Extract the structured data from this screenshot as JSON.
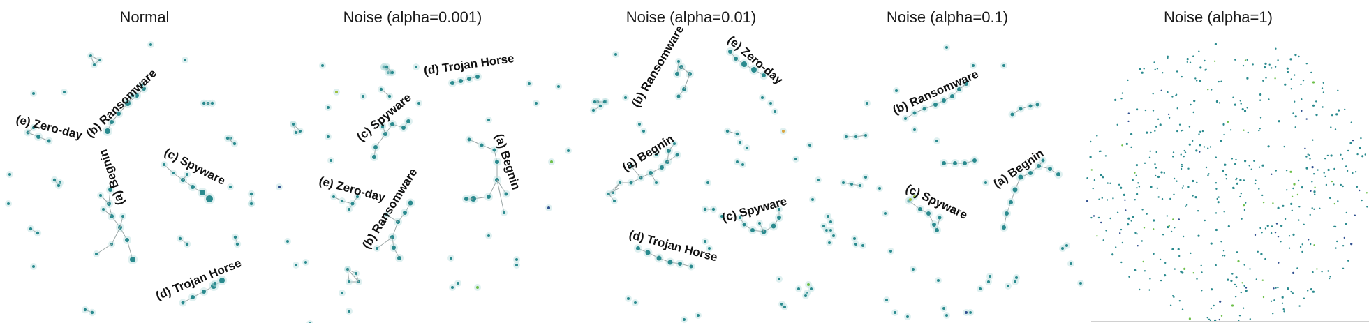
{
  "colors": {
    "node": "#2a8a8e",
    "node_dark": "#1f6f74",
    "node_blue": "#2f4f8f",
    "node_green": "#6dbf4a",
    "node_olive": "#9bbf3a",
    "node_orange": "#d9a441",
    "edge": "#9aa5a5",
    "background": "#ffffff"
  },
  "panels": [
    {
      "title": "Normal",
      "clusters": [
        {
          "label": "(e) Zero-day"
        },
        {
          "label": "(b) Ransomware"
        },
        {
          "label": "(c) Spyware"
        },
        {
          "label": "(a) Begnin"
        },
        {
          "label": "(d) Trojan Horse"
        }
      ]
    },
    {
      "title": "Noise (alpha=0.001)",
      "clusters": [
        {
          "label": "(d) Trojan Horse"
        },
        {
          "label": "(c) Spyware"
        },
        {
          "label": "(a) Begnin"
        },
        {
          "label": "(e) Zero-day"
        },
        {
          "label": "(b) Ransomware"
        }
      ]
    },
    {
      "title": "Noise (alpha=0.01)",
      "clusters": [
        {
          "label": "(b) Ransomware"
        },
        {
          "label": "(e) Zero-day"
        },
        {
          "label": "(a) Begnin"
        },
        {
          "label": "(c) Spyware"
        },
        {
          "label": "(d) Trojan Horse"
        }
      ]
    },
    {
      "title": "Noise (alpha=0.1)",
      "clusters": [
        {
          "label": "(b) Ransomware"
        },
        {
          "label": "(c) Spyware"
        },
        {
          "label": "(a) Begnin"
        }
      ]
    },
    {
      "title": "Noise (alpha=1)",
      "clusters": []
    }
  ]
}
